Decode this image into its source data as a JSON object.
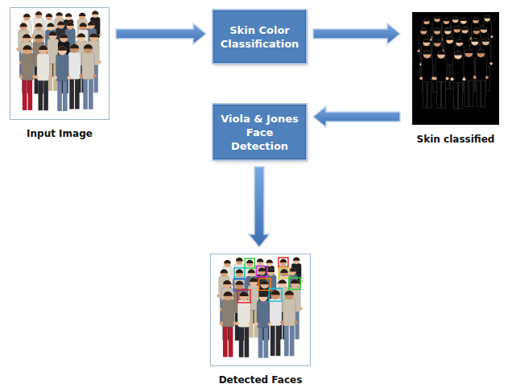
{
  "diagram": {
    "nodes": [
      {
        "text": [
          "Input Image"
        ]
      },
      {
        "text": [
          "Skin Color Classification"
        ]
      },
      {
        "text": [
          "Skin classified"
        ]
      },
      {
        "text": [
          "Viola & Jones Face Detection"
        ]
      },
      {
        "text": [
          "Detected Faces"
        ]
      }
    ],
    "edges": [
      {
        "from": 0,
        "to": 1,
        "arrow": "to"
      },
      {
        "from": 1,
        "to": 2,
        "arrow": "to"
      },
      {
        "from": 2,
        "to": 3,
        "arrow": "to"
      },
      {
        "from": 3,
        "to": 4,
        "arrow": "to"
      }
    ]
  }
}
